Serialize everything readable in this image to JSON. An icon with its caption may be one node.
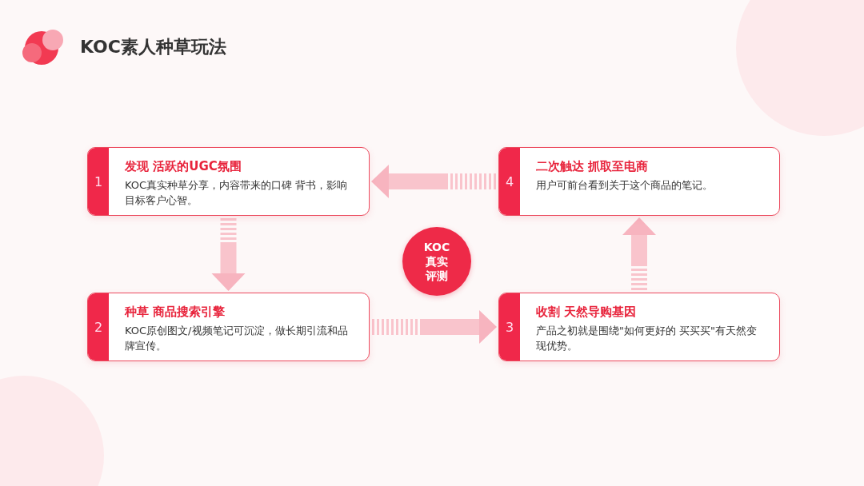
{
  "diagram": {
    "title": "KOC素人种草玩法",
    "nodes": [
      {
        "text": [
          "1",
          "发现 活跃的UGC氛围",
          "KOC真实种草分享，内容带来的口碑 背书，影响目标客户心智。"
        ]
      },
      {
        "text": [
          "4",
          "二次触达 抓取至电商",
          "用户可前台看到关于这个商品的笔记。"
        ]
      },
      {
        "text": [
          "KOC真实评测"
        ]
      },
      {
        "text": [
          "2",
          "种草 商品搜索引擎",
          "KOC原创图文/视频笔记可沉淀，做长期引流和品牌宣传。"
        ]
      },
      {
        "text": [
          "3",
          "收割 天然导购基因",
          "产品之初就是围绕\"如何更好的 买买买\"有天然变现优势。"
        ]
      }
    ],
    "edges": [
      {
        "from": 0,
        "to": 3,
        "arrow": "to"
      },
      {
        "from": 3,
        "to": 4,
        "arrow": "to"
      },
      {
        "from": 4,
        "to": 1,
        "arrow": "to"
      },
      {
        "from": 1,
        "to": 0,
        "arrow": "to"
      }
    ]
  }
}
